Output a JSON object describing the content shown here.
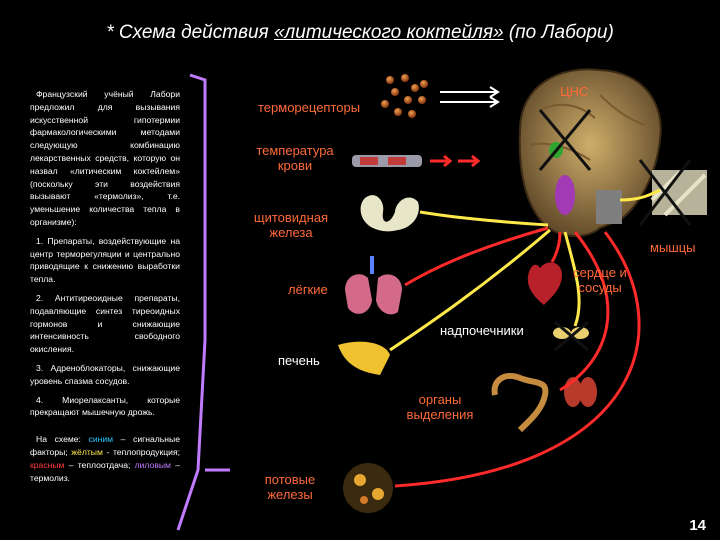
{
  "slide": {
    "title_prefix": "* Схема действия ",
    "title_link": "«литического коктейля»",
    "title_suffix": " (по Лабори)",
    "page_number": "14"
  },
  "sidebar": {
    "intro": "Французский учёный Лабори предложил для вызывания искусственной гипотермии фармакологическими методами следующую комбинацию лекарственных средств, которую он назвал «литическим коктейлем» (поскольку эти воздействия вызывают «термолиз», т.е. уменьшение количества тепла в организме):",
    "item1": "1. Препараты, воздействующие на центр терморегуляции и центрально приводящие к снижению выработки тепла.",
    "item2": "2. Антитиреоидные препараты, подавляющие синтез тиреоидных гормонов и снижающие интенсивность свободного окисления.",
    "item3": "3. Адреноблокаторы, снижающие уровень спазма сосудов.",
    "item4": "4. Миорелаксанты, которые прекращают мышечную дрожь.",
    "legend_prefix": "На схеме: ",
    "legend_cyan": "синим",
    "legend_cyan_desc": " – сигнальные факторы; ",
    "legend_yellow": "жёлтым",
    "legend_yellow_desc": " - теплопродукция; ",
    "legend_red": "красным",
    "legend_red_desc": " – теплоотдача; ",
    "legend_lilac": "лиловым",
    "legend_lilac_desc": " – термолиз."
  },
  "labels": {
    "cns": "ЦНС",
    "thermoreceptors": "терморецепторы",
    "blood_temp": "температура крови",
    "thyroid": "щитовидная железа",
    "muscles": "мышцы",
    "heart": "сердце и сосуды",
    "lungs": "лёгкие",
    "adrenals": "надпочечники",
    "liver": "печень",
    "excretion": "органы выделения",
    "sweat": "потовые железы"
  },
  "colors": {
    "yellow": "#ffe94a",
    "red": "#ff2a2a",
    "lilac": "#c07bff",
    "cyan": "#27c6ff",
    "label": "#ff6a38"
  }
}
